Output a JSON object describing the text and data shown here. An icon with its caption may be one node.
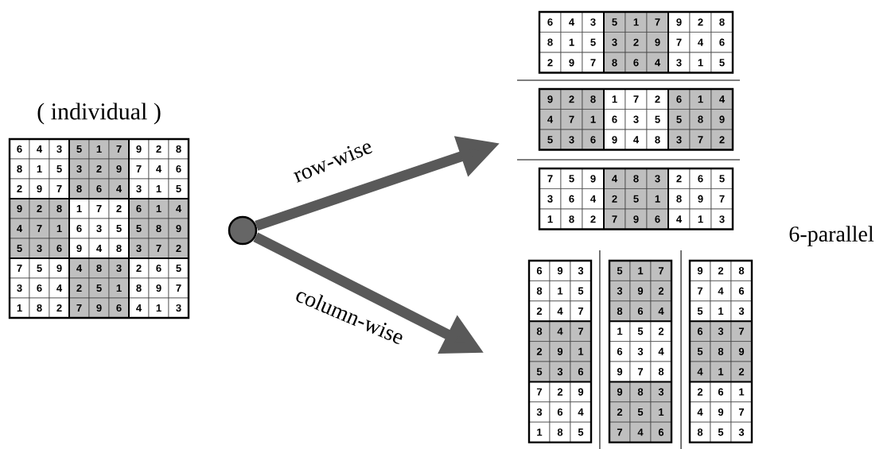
{
  "diagram": {
    "nodes": [
      {
        "text": [
          "( individual )",
          "6",
          "4",
          "3",
          "5",
          "1",
          "7",
          "9",
          "2",
          "8",
          "8",
          "1",
          "5",
          "3",
          "2",
          "9",
          "7",
          "4",
          "6",
          "2",
          "9",
          "7",
          "8",
          "6",
          "4",
          "3",
          "1",
          "5",
          "9",
          "2",
          "8",
          "1",
          "7",
          "2",
          "6",
          "1",
          "4",
          "4",
          "7",
          "1",
          "6",
          "3",
          "5",
          "5",
          "8",
          "9",
          "5",
          "3",
          "6",
          "9",
          "4",
          "8",
          "3",
          "7",
          "2",
          "7",
          "5",
          "9",
          "4",
          "8",
          "3",
          "2",
          "6",
          "5",
          "3",
          "6",
          "4",
          "2",
          "5",
          "1",
          "8",
          "9",
          "7",
          "1",
          "8",
          "2",
          "7",
          "9",
          "6",
          "4",
          "1",
          "3"
        ]
      },
      {
        "text": [],
        "shape": "circle"
      },
      {
        "text": [
          "6",
          "4",
          "3",
          "5",
          "1",
          "7",
          "9",
          "2",
          "8",
          "8",
          "1",
          "5",
          "3",
          "2",
          "9",
          "7",
          "4",
          "6",
          "2",
          "9",
          "7",
          "8",
          "6",
          "4",
          "3",
          "1",
          "5"
        ]
      },
      {
        "text": [
          "9",
          "2",
          "8",
          "1",
          "7",
          "2",
          "6",
          "1",
          "4",
          "4",
          "7",
          "1",
          "6",
          "3",
          "5",
          "5",
          "8",
          "9",
          "5",
          "3",
          "6",
          "9",
          "4",
          "8",
          "3",
          "7",
          "2"
        ]
      },
      {
        "text": [
          "7",
          "5",
          "9",
          "4",
          "8",
          "3",
          "2",
          "6",
          "5",
          "3",
          "6",
          "4",
          "2",
          "5",
          "1",
          "8",
          "9",
          "7",
          "1",
          "8",
          "2",
          "7",
          "9",
          "6",
          "4",
          "1",
          "3"
        ]
      },
      {
        "text": [
          "6",
          "9",
          "3",
          "8",
          "1",
          "5",
          "2",
          "4",
          "7",
          "8",
          "4",
          "7",
          "2",
          "9",
          "1",
          "5",
          "3",
          "6",
          "7",
          "2",
          "9",
          "3",
          "6",
          "4",
          "1",
          "8",
          "5"
        ]
      },
      {
        "text": [
          "5",
          "1",
          "7",
          "3",
          "9",
          "2",
          "8",
          "6",
          "4",
          "1",
          "5",
          "2",
          "6",
          "3",
          "4",
          "9",
          "7",
          "8",
          "9",
          "8",
          "3",
          "2",
          "5",
          "1",
          "7",
          "4",
          "6"
        ]
      },
      {
        "text": [
          "9",
          "2",
          "8",
          "7",
          "4",
          "6",
          "5",
          "1",
          "3",
          "6",
          "3",
          "7",
          "5",
          "8",
          "9",
          "4",
          "1",
          "2",
          "2",
          "6",
          "1",
          "4",
          "9",
          "7",
          "8",
          "5",
          "3"
        ]
      }
    ],
    "edges": [
      {
        "from": 1,
        "to": 3,
        "arrow": "to",
        "label": "row-wise"
      },
      {
        "from": 1,
        "to": 5,
        "arrow": "to",
        "label": "column-wise"
      }
    ],
    "labels": [
      "6-parallel"
    ]
  }
}
